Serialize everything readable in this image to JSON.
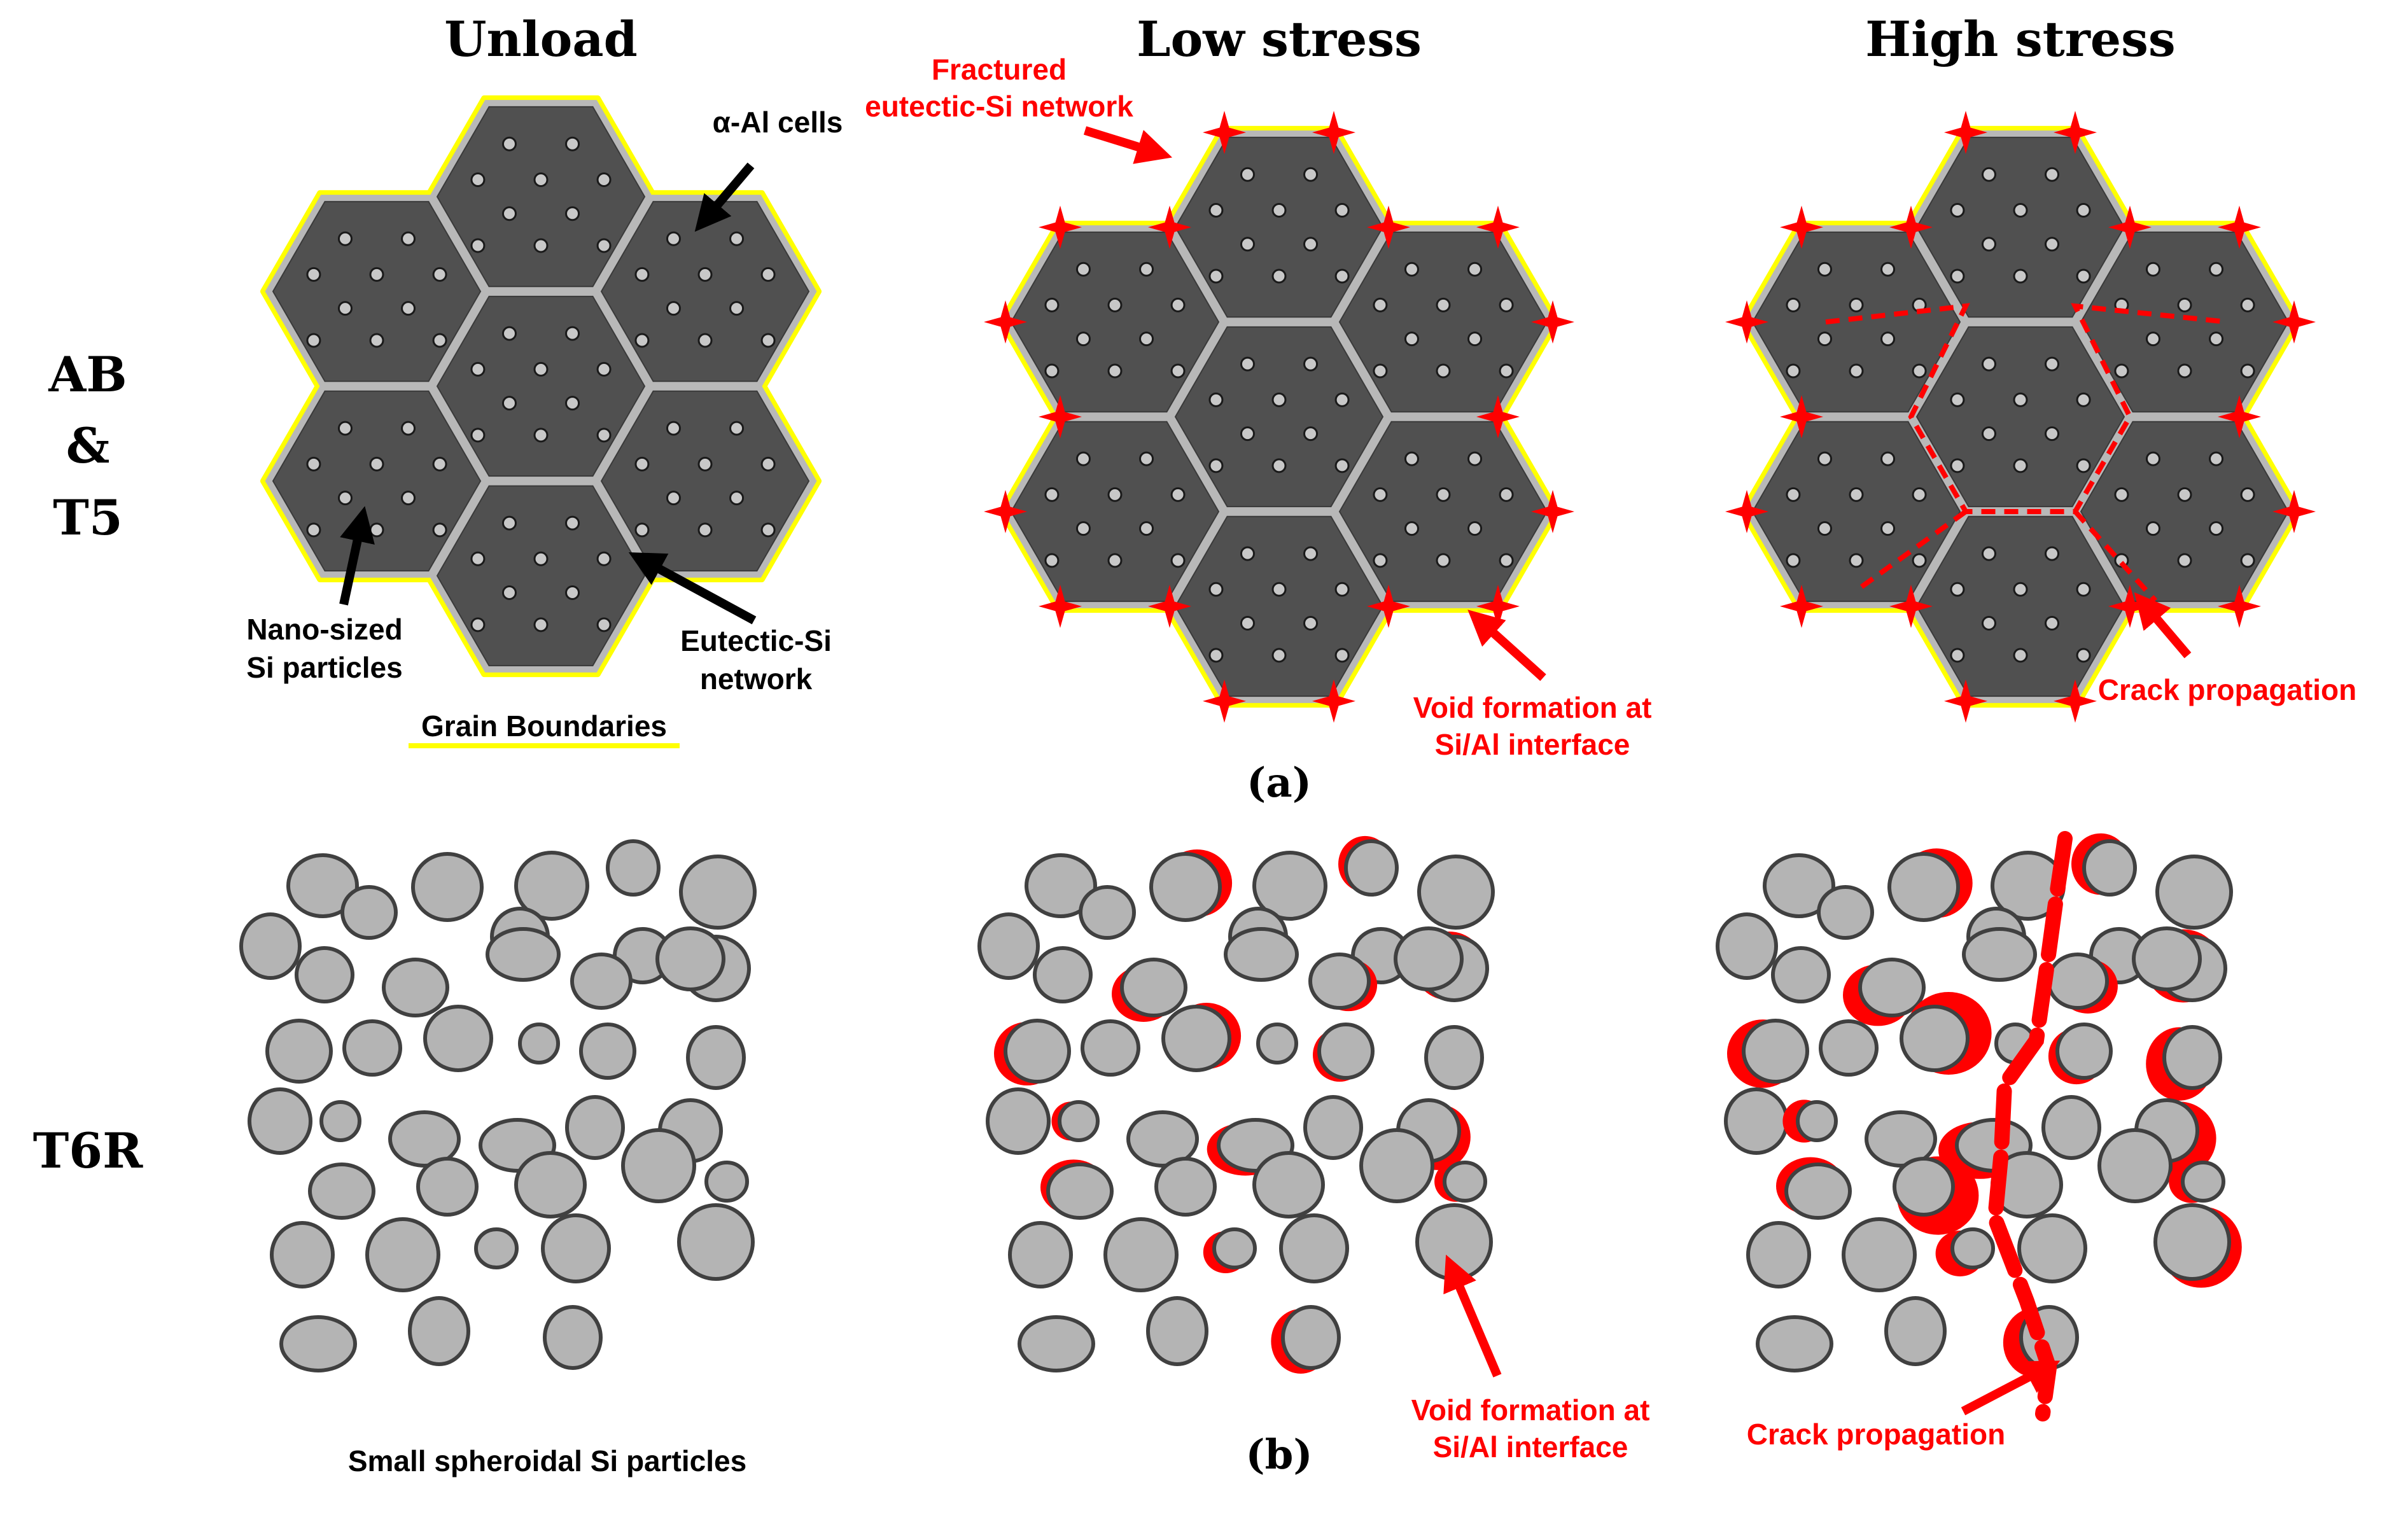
{
  "columns": {
    "unload": "Unload",
    "low": "Low stress",
    "high": "High stress"
  },
  "rows": {
    "ab_line1": "AB",
    "ab_line2": "&",
    "ab_line3": "T5",
    "t6r": "T6R"
  },
  "panel_labels": {
    "a": "(a)",
    "b": "(b)"
  },
  "annotations": {
    "alpha_al_cells": "α-Al cells",
    "nano_si_line1": "Nano-sized",
    "nano_si_line2": "Si particles",
    "eutectic_line1": "Eutectic-Si",
    "eutectic_line2": "network",
    "grain_boundaries": "Grain Boundaries",
    "fractured_line1": "Fractured",
    "fractured_line2": "eutectic-Si network",
    "void_line1": "Void formation at",
    "void_line2": "Si/Al interface",
    "crack_propagation": "Crack propagation",
    "small_spheroidal": "Small spheroidal Si particles",
    "void_b_line1": "Void formation at",
    "void_b_line2": "Si/Al interface",
    "crack_b": "Crack propagation"
  },
  "colors": {
    "cell_fill": "#505050",
    "cell_boundary": "#b8b8b8",
    "grain_boundary": "#ffff00",
    "particle_fill": "#b4b4b4",
    "particle_stroke": "#404040",
    "damage": "#ff0000"
  }
}
